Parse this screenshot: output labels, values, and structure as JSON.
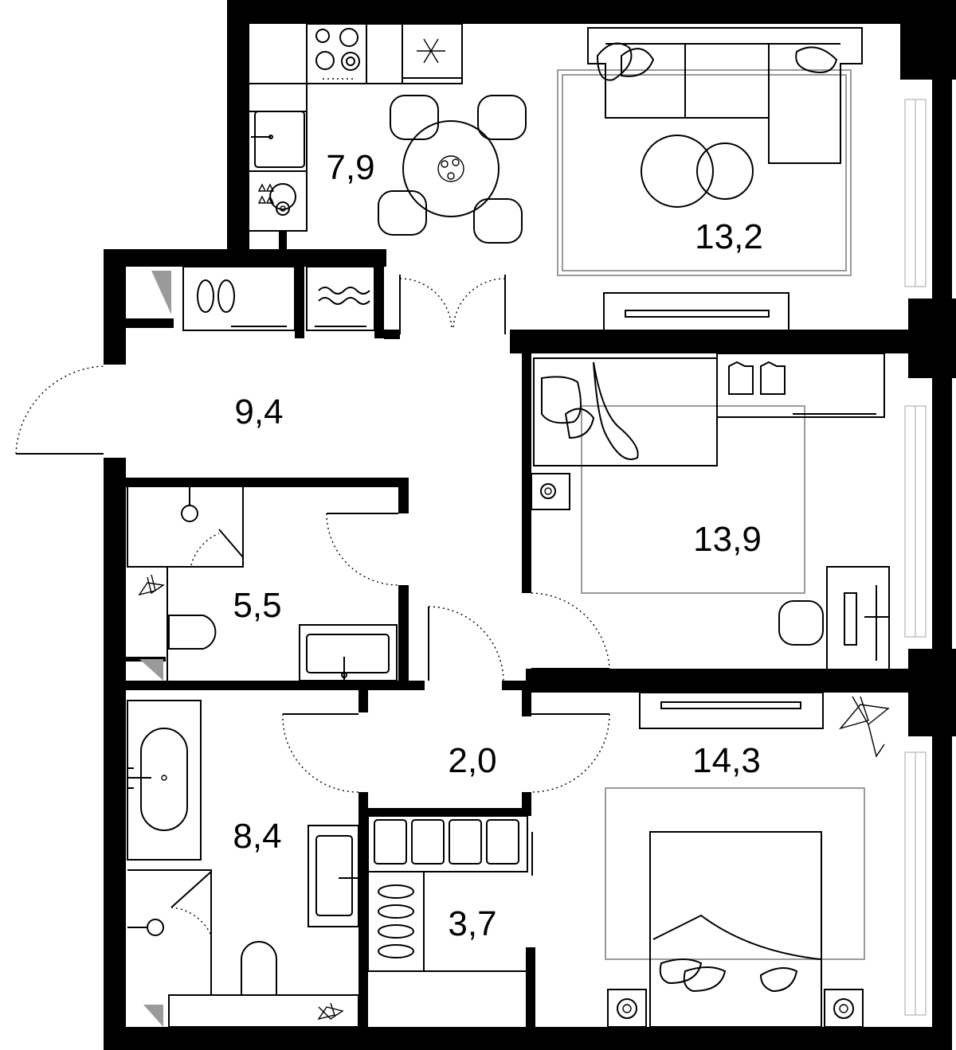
{
  "plan": {
    "rooms": [
      {
        "id": "kitchen",
        "area": "7,9"
      },
      {
        "id": "living",
        "area": "13,2"
      },
      {
        "id": "hallway",
        "area": "9,4"
      },
      {
        "id": "bedroom-small",
        "area": "13,9"
      },
      {
        "id": "bathroom-small",
        "area": "5,5"
      },
      {
        "id": "corridor",
        "area": "2,0"
      },
      {
        "id": "bedroom-master",
        "area": "14,3"
      },
      {
        "id": "bathroom-large",
        "area": "8,4"
      },
      {
        "id": "wardrobe",
        "area": "3,7"
      }
    ],
    "colors": {
      "wall": "#000000",
      "line": "#000000",
      "rug": "#9a9a9a",
      "window": "#b5b5b5",
      "background": "#ffffff"
    }
  }
}
